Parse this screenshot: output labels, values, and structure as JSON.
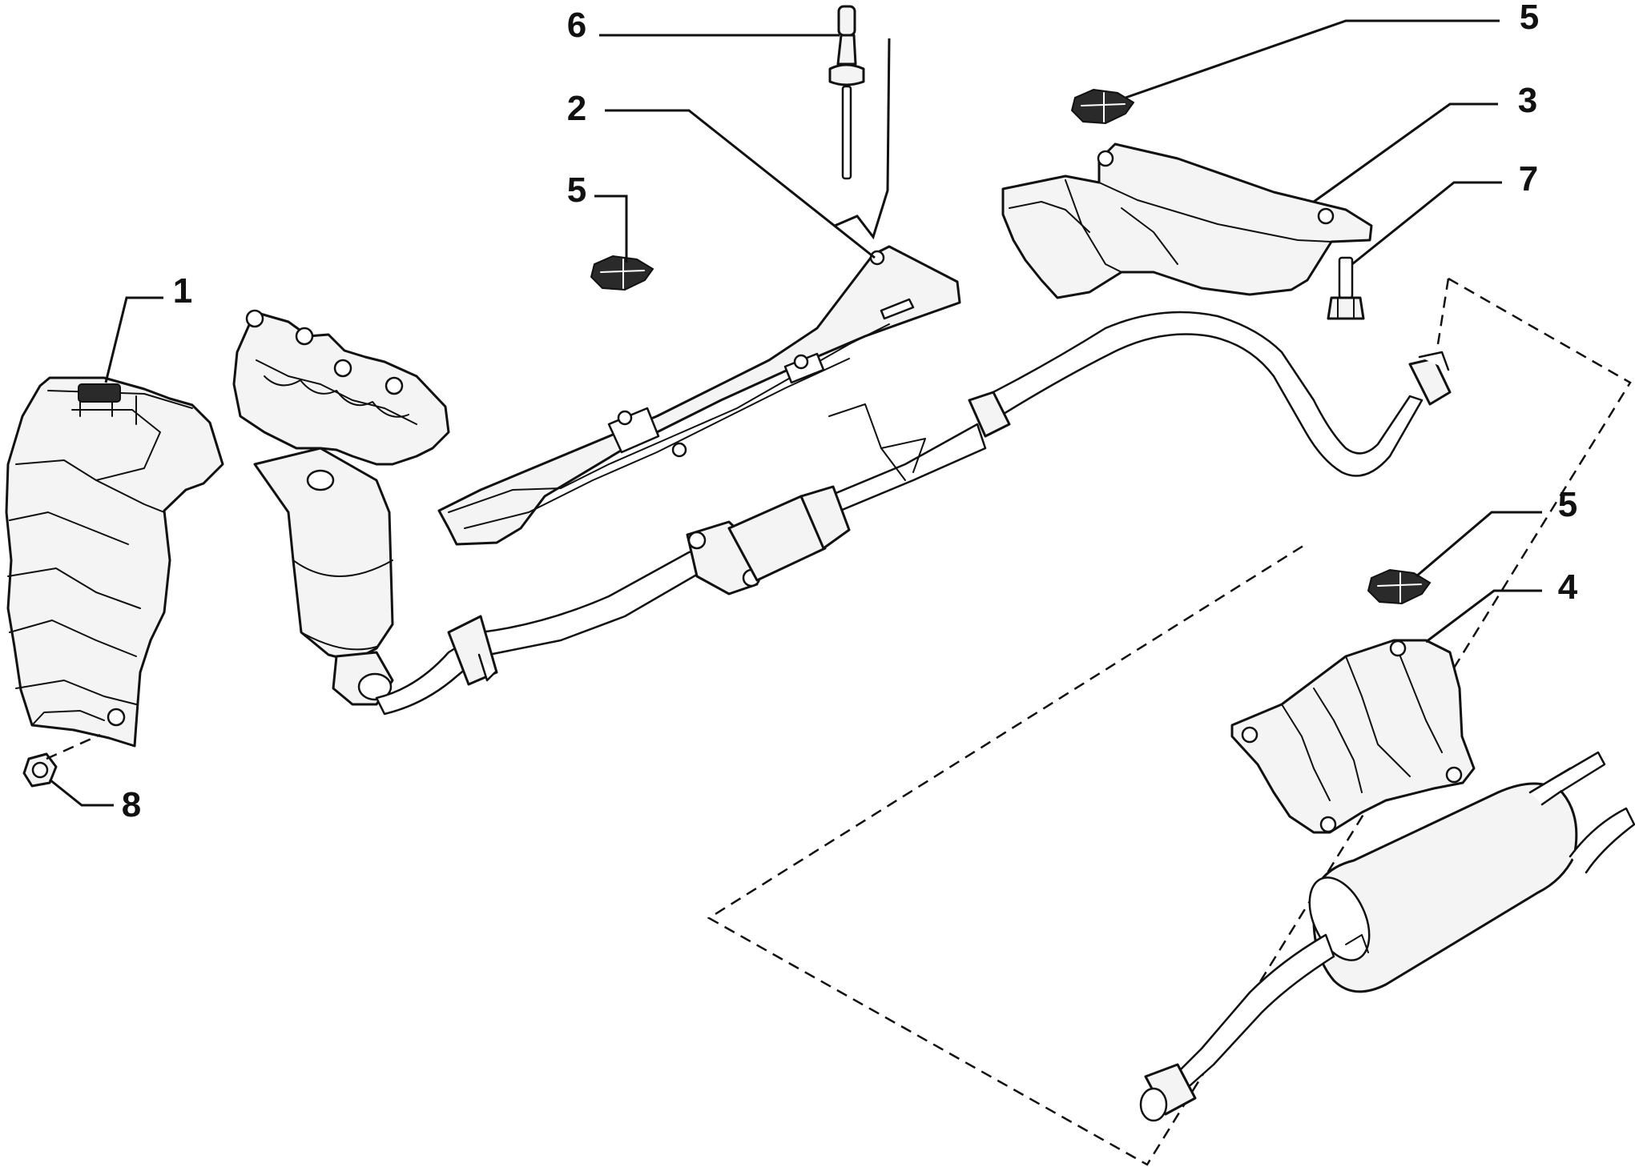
{
  "callouts": {
    "c1": "1",
    "c2": "2",
    "c3": "3",
    "c4": "4",
    "c5a": "5",
    "c5b": "5",
    "c5c": "5",
    "c6": "6",
    "c7": "7",
    "c8": "8"
  }
}
